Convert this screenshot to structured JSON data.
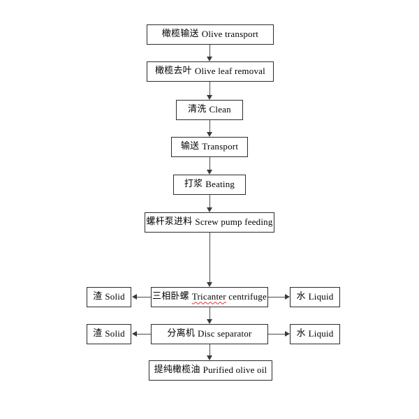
{
  "diagram": {
    "title": "Olive oil production process flowchart",
    "background_color": "#ffffff",
    "box_border_color": "#2b2b2b",
    "connector_color": "#4a4a4a",
    "spellcheck_underline_color": "#e03030"
  },
  "nodes": {
    "olive_transport": {
      "cn": "橄榄输送",
      "en": "Olive transport"
    },
    "olive_leaf_removal": {
      "cn": "橄榄去叶",
      "en": "Olive leaf removal"
    },
    "clean": {
      "cn": "清洗",
      "en": "Clean"
    },
    "transport": {
      "cn": "输送",
      "en": "Transport"
    },
    "beating": {
      "cn": "打浆",
      "en": "Beating"
    },
    "screw_pump_feeding": {
      "cn": "螺杆泵进料",
      "en": "Screw pump feeding"
    },
    "tricanter_centrifuge": {
      "cn": "三相卧螺",
      "en_misspelled": "Tricanter",
      "en_rest": "centrifuge"
    },
    "disc_separator": {
      "cn": "分离机",
      "en": "Disc separator"
    },
    "purified_olive_oil": {
      "cn": "提纯橄榄油",
      "en": "Purified olive oil"
    },
    "solid_from_centrifuge": {
      "cn": "渣",
      "en": "Solid"
    },
    "liquid_from_centrifuge": {
      "cn": "水",
      "en": "Liquid"
    },
    "solid_from_separator": {
      "cn": "渣",
      "en": "Solid"
    },
    "liquid_from_separator": {
      "cn": "水",
      "en": "Liquid"
    }
  },
  "flow_data": {
    "type": "flowchart",
    "orientation": "top-to-bottom",
    "main_chain": [
      "olive_transport",
      "olive_leaf_removal",
      "clean",
      "transport",
      "beating",
      "screw_pump_feeding",
      "tricanter_centrifuge",
      "disc_separator",
      "purified_olive_oil"
    ],
    "side_outputs": [
      {
        "from": "tricanter_centrifuge",
        "direction": "left",
        "to": "solid_from_centrifuge"
      },
      {
        "from": "tricanter_centrifuge",
        "direction": "right",
        "to": "liquid_from_centrifuge"
      },
      {
        "from": "disc_separator",
        "direction": "left",
        "to": "solid_from_separator"
      },
      {
        "from": "disc_separator",
        "direction": "right",
        "to": "liquid_from_separator"
      }
    ]
  }
}
